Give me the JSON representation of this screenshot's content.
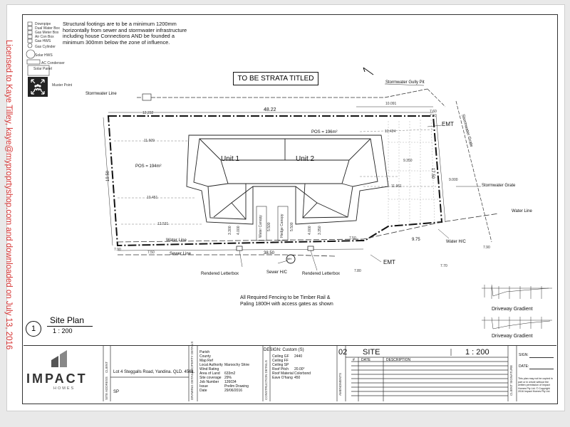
{
  "license_text": "Licensed to Kaye Tilley, kaye@myproprtyshop.com and downloaded on July 13, 2016",
  "legend": {
    "items": [
      "Downpipe",
      "Dual Water Box",
      "Gas Meter Box",
      "Air Con Box",
      "Gas HWS"
    ],
    "gas_cylinder": "Gas Cylinder",
    "solar_hws": "Solar HWS",
    "ac_condenser": "AC Condenser",
    "solar_panel": "Solar Panel",
    "muster_point": "Muster Point"
  },
  "note": "Structural footings are to be a minimum 1200mm horizontally from sewer and stormwater infrastructure including house Connections AND be founded a minimum 300mm below the zone of influence.",
  "strata_title": "TO BE STRATA TITLED",
  "labels": {
    "stormwater_line": "Stormwater Line",
    "stormwater_gully_pit": "Stormwater Gully Pit",
    "stormwater_grate_vertical": "Stormwater Grate",
    "stormwater_grate": "Stormwater Grate",
    "emt_top": "EMT",
    "emt_bottom": "EMT",
    "pos_right": "POS = 196m²",
    "pos_left": "POS = 194m²",
    "unit1": "Unit 1",
    "unit2": "Unit 2",
    "water_line_right": "Water Line",
    "water_line_left": "Water Line",
    "water_hc": "Water H/C",
    "sewer_line": "Sewer Line",
    "sewer_hc": "Sewer H/C",
    "letterbox_left": "Rendered Letterbox",
    "letterbox_right": "Rendered Letterbox",
    "water_canopy": "Water Canopy",
    "hedge_canopy": "Hedge Canopy",
    "mh": "MH",
    "fencing_line1": "All Required Fencing to be Timber Rail &",
    "fencing_line2": "Paling 1800H with access gates as shown"
  },
  "dimensions": {
    "top": "48.22",
    "top_small": "10.091",
    "top_left": "12,232",
    "left": "19.50",
    "right": "17.50",
    "bottom": "38.50",
    "bottom_right": "9.75",
    "d_7_60": "7.60",
    "d_7_50a": "7.50",
    "d_7_90a": "7.90",
    "d_7_50b": "7.50",
    "d_7_80": "7.80",
    "d_7_90b": "7.90",
    "d_7_70": "7.70",
    "d_7_50c": "7.50",
    "d_11609": "11.609",
    "d_10451": "10.451",
    "d_12531": "12.531",
    "d_10424": "10.424",
    "d_11961": "11.961",
    "d_9350": "9.350",
    "d_9000": "9.000",
    "d_3300": "3.300",
    "d_4000a": "4.000",
    "d_5500a": "5.500",
    "d_5500b": "5.500",
    "d_4000b": "4.000",
    "d_3350": "3.350"
  },
  "gradients": {
    "top": "Driveway Gradient",
    "bottom": "Driveway Gradient"
  },
  "site_plan": {
    "number": "1",
    "title": "Site Plan",
    "scale": "1 : 200"
  },
  "title_block": {
    "client_label": "CLIENT",
    "site_address_label": "SITE ADDRESS",
    "property_details_label": "PROPERTY DETAILS",
    "drawing_details_label": "DRAWING DETAILS",
    "construction_details_label": "CONSTRUCTION DETAILS",
    "amendments_label": "AMENDMENTS",
    "client_signature_label": "CLIENT SIGNATURE",
    "address": "Lot 4 Steggalls Road, Yandina. QLD. 4561.",
    "sp": "SP",
    "property_keys": [
      "Parish",
      "County",
      "Map Ref",
      "Local Authority",
      "Wind Rating",
      "Area of Land",
      "Site coverage",
      "Job Number",
      "Issue",
      "Date"
    ],
    "property_values": [
      "",
      "",
      "",
      "Maroochy Shire",
      "",
      "633m2",
      "29%",
      "126034",
      "Prelim Drawing",
      "29/06/2016"
    ],
    "design": "DESIGN: Custom (S)",
    "construction_keys": [
      "Ceiling GF",
      "Ceiling FF",
      "Ceiling SP",
      "Roof Pitch",
      "Roof Material",
      "Eave O'hang"
    ],
    "construction_values": [
      "2440",
      "",
      "",
      "20.00°",
      "Colorbond",
      "450"
    ],
    "sheet_number": "02",
    "sheet_name": "SITE",
    "scale": "1 : 200",
    "amend_headers": [
      "#",
      "DATE",
      "DESCRIPTION"
    ],
    "sign_label": "SIGN:",
    "date_label": "DATE:",
    "copyright": "This plan may not be copied in part or in whole without the written permission of Impact Homes Pty Ltd. © Copyright 2016 Impact Homes Pty Ltd."
  },
  "logo": {
    "name": "IMPACT",
    "sub": "HOMES"
  }
}
